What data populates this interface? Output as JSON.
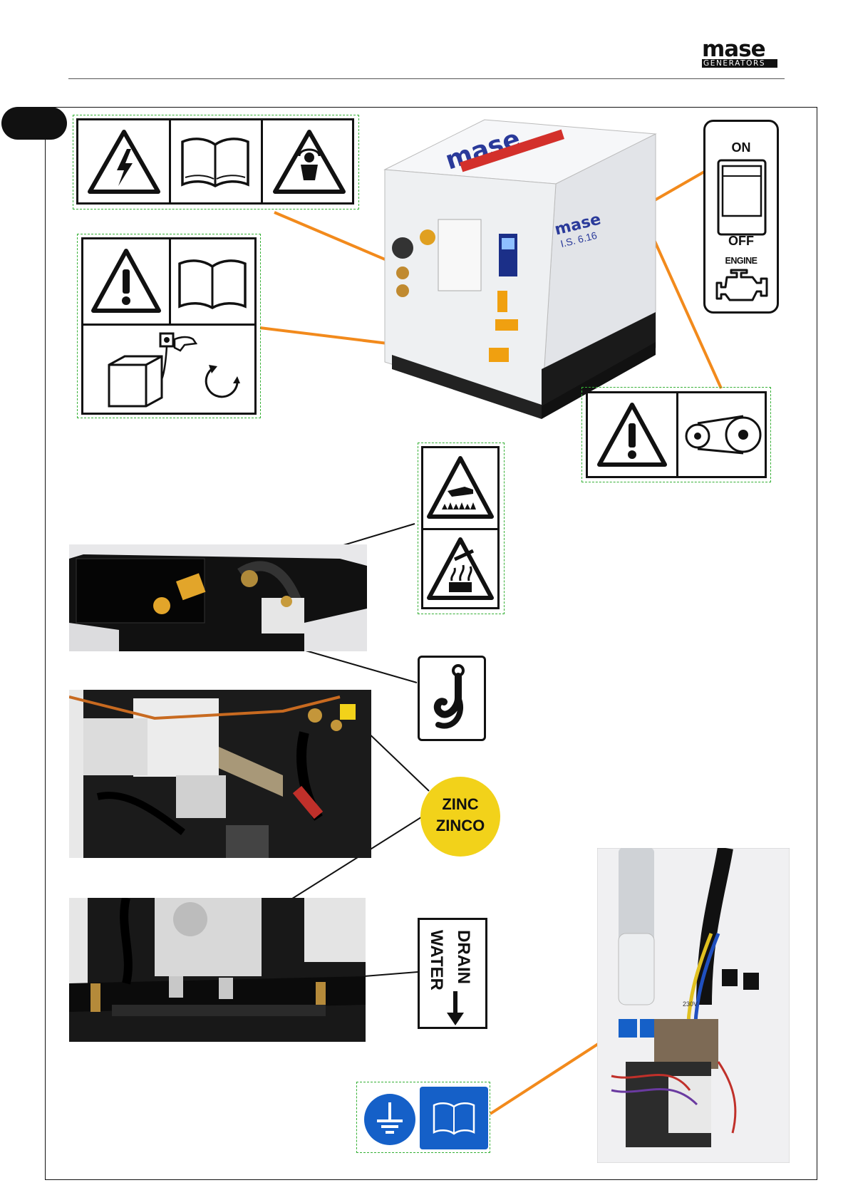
{
  "brand": {
    "name": "mase",
    "sub": "GENERATORS"
  },
  "switch_label": {
    "on": "ON",
    "off": "OFF",
    "engine": "ENGINE"
  },
  "zinc_label": {
    "line1": "ZINC",
    "line2": "ZINCO"
  },
  "drain_label": {
    "line1": "DRAIN",
    "line2": "WATER"
  },
  "generator_badge": {
    "brand": "mase",
    "model": "I.S. 6.16"
  },
  "panel_label": {
    "voltage": "230V"
  },
  "colors": {
    "leader_orange": "#f28a1c",
    "dash_green": "#35b035",
    "zinc_yellow": "#f2d21a",
    "blue_sign": "#1560c8"
  },
  "icons": [
    "electric-hazard-icon",
    "manual-book-icon",
    "qualified-personnel-icon",
    "warning-exclamation-icon",
    "remote-start-icon",
    "belt-hazard-icon",
    "hot-surface-icon",
    "hot-liquid-icon",
    "lifting-hook-icon",
    "ground-icon"
  ]
}
